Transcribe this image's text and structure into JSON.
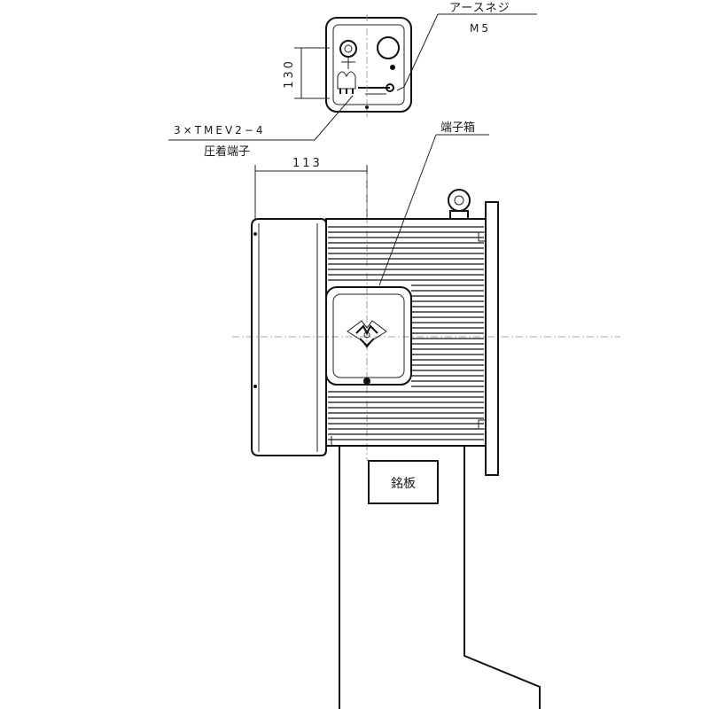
{
  "labels": {
    "earth_screw": "アースネジ",
    "earth_screw_size": "M5",
    "terminal_part": "3×TMEV2−4",
    "terminal_type": "圧着端子",
    "terminal_box": "端子箱",
    "nameplate": "銘板"
  },
  "dimensions": {
    "height_130": "130",
    "width_113": "113"
  }
}
